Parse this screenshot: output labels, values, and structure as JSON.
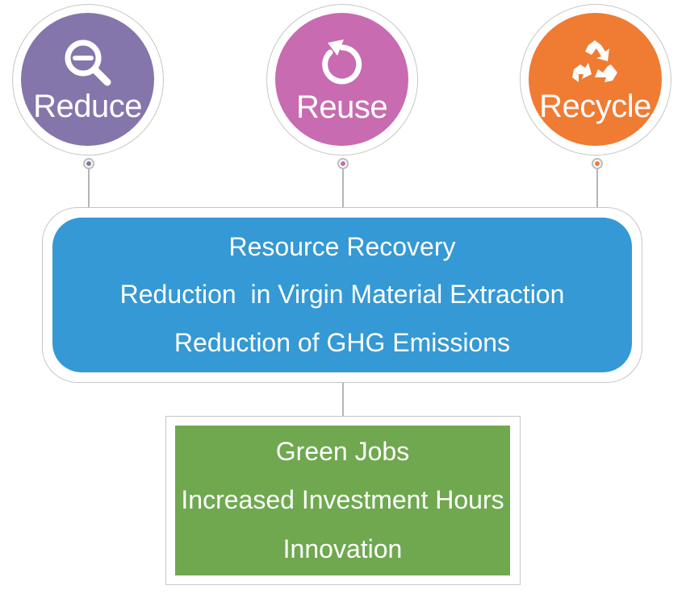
{
  "nodes": [
    {
      "label": "Reduce",
      "icon": "zoom-out-magnifier-icon",
      "color": "#8476ab"
    },
    {
      "label": "Reuse",
      "icon": "rotate-arrow-icon",
      "color": "#c86bb0"
    },
    {
      "label": "Recycle",
      "icon": "recycle-icon",
      "color": "#f07b33"
    }
  ],
  "outcomes": {
    "color": "#3499d4",
    "lines": [
      "Resource Recovery",
      "Reduction  in Virgin Material Extraction",
      "Reduction of GHG Emissions"
    ]
  },
  "benefits": {
    "color": "#6fa84f",
    "lines": [
      "Green Jobs",
      "Increased Investment Hours",
      "Innovation"
    ]
  }
}
